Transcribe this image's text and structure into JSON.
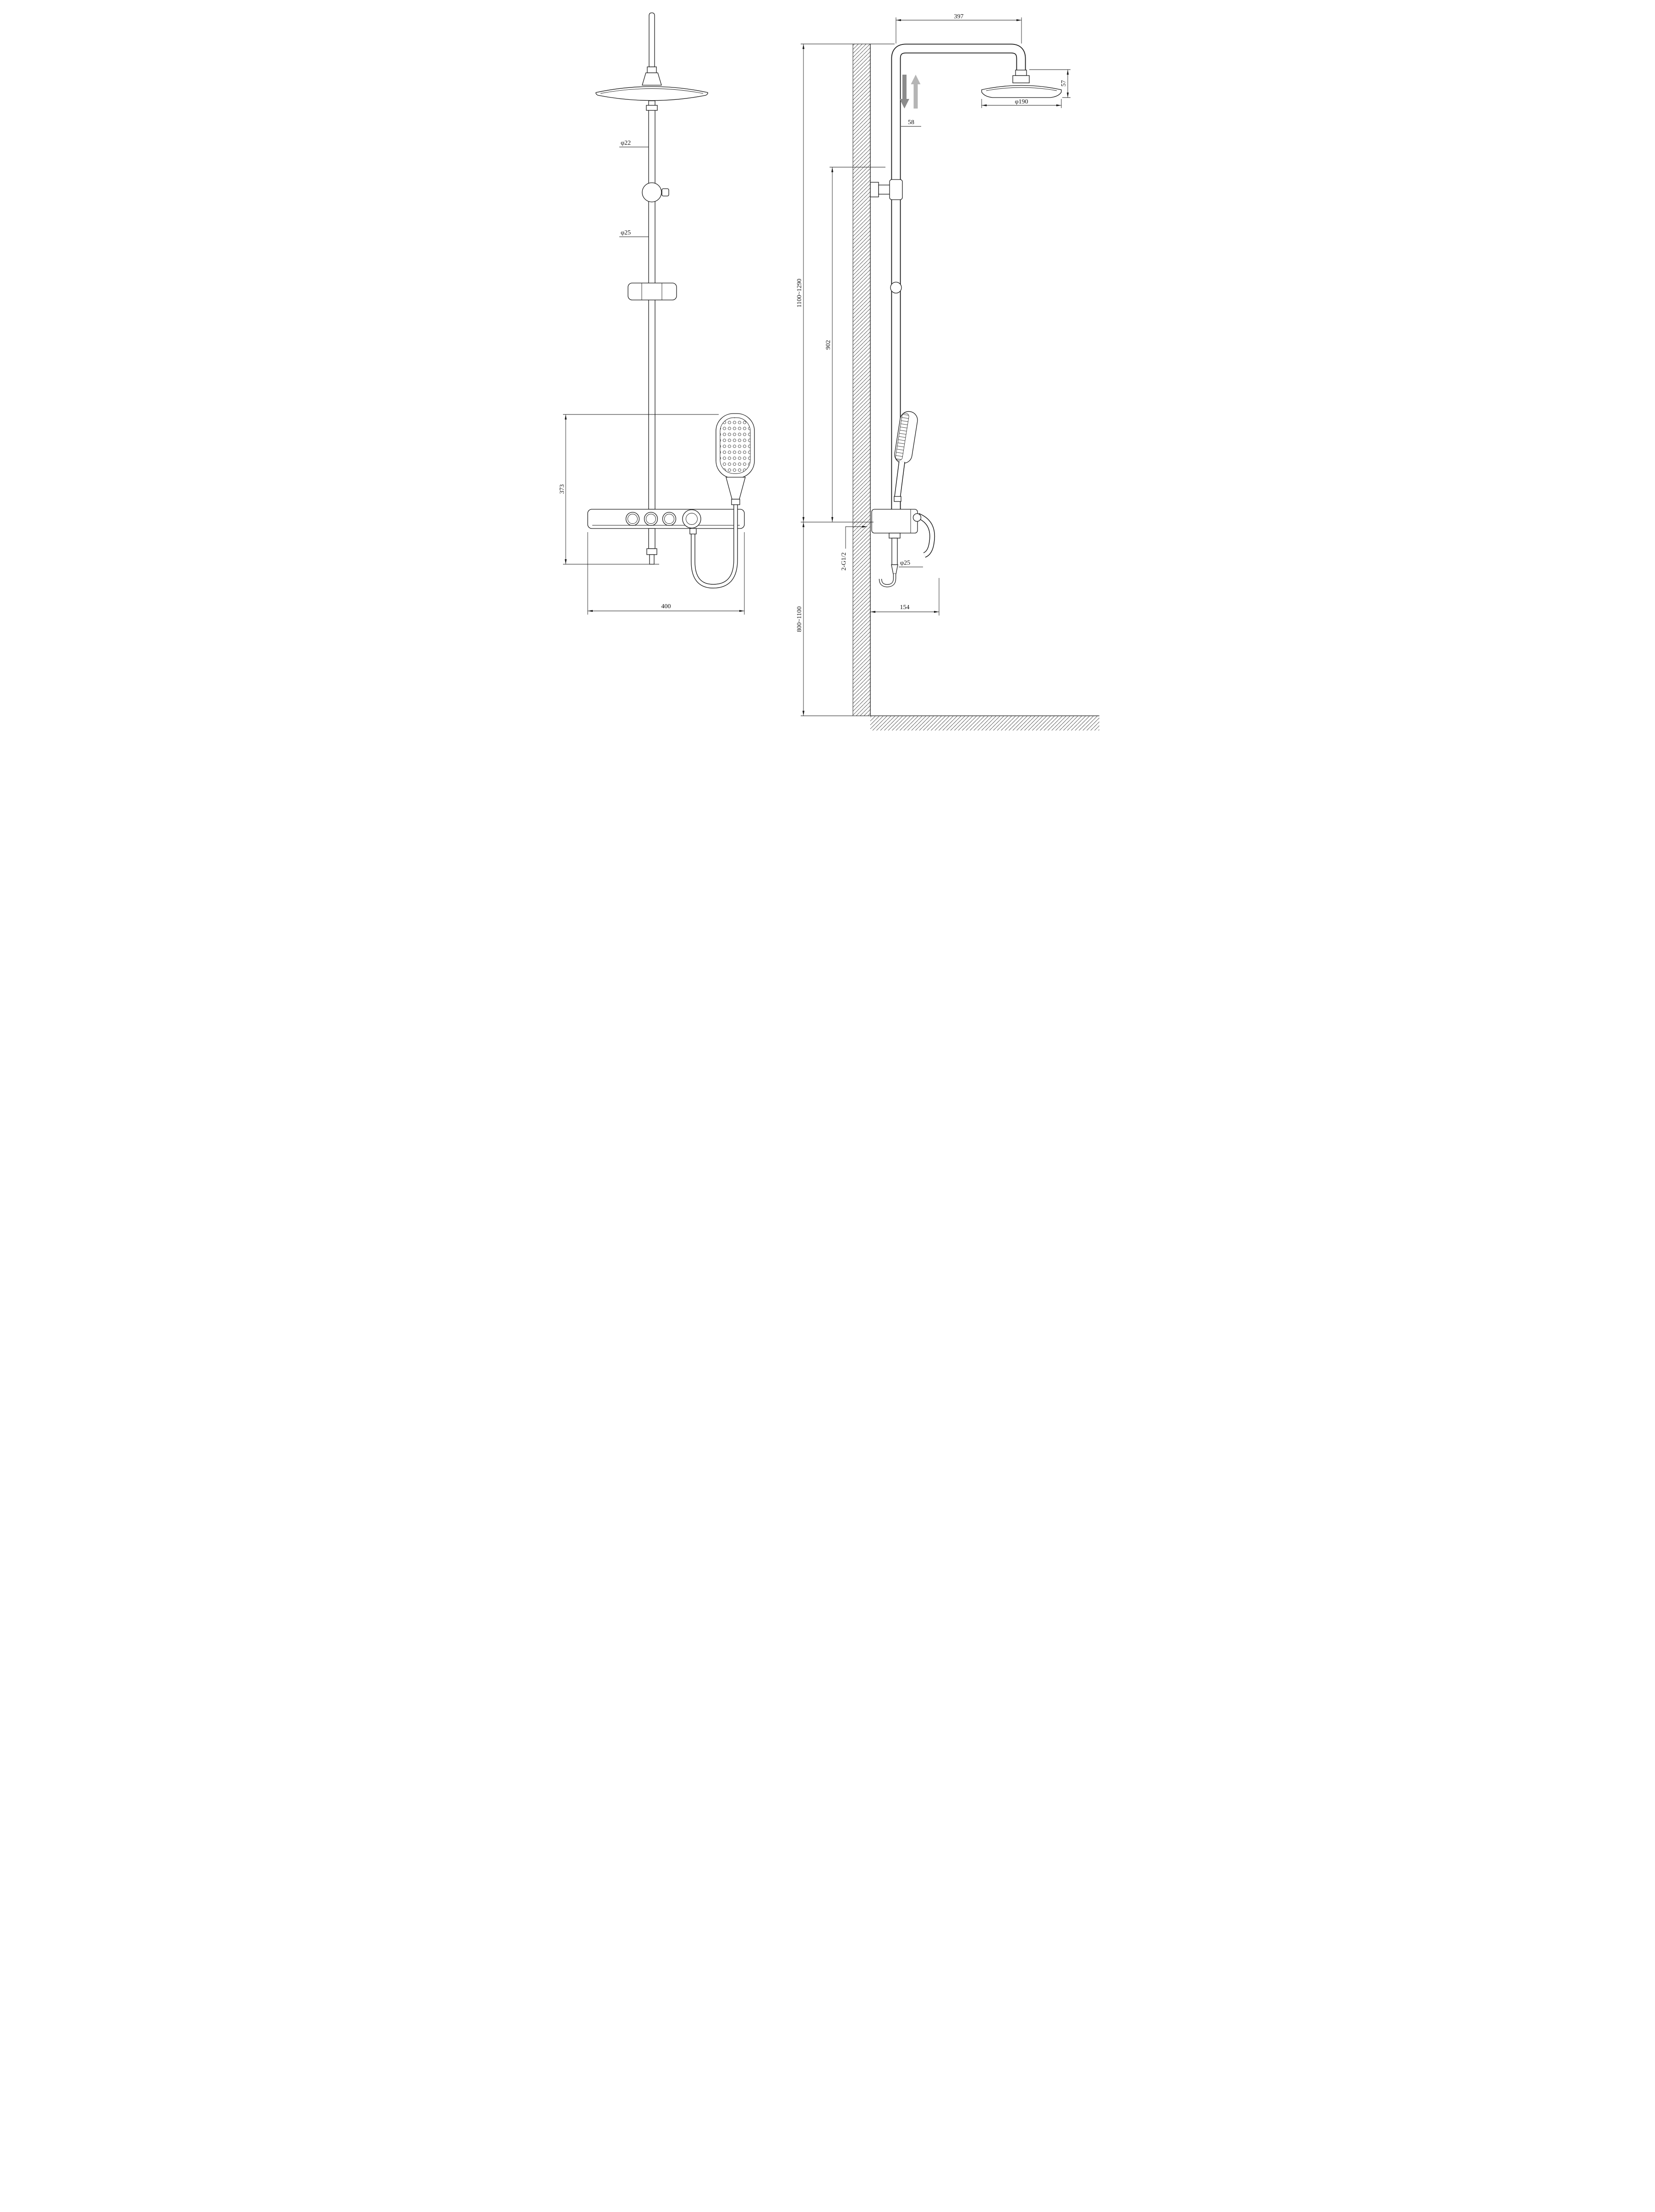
{
  "drawing_title": "shower-column-technical-drawing",
  "front_view": {
    "dia_upper_pipe": "φ22",
    "dia_lower_pipe": "φ25",
    "dim_height": "373",
    "dim_width": "400"
  },
  "side_view": {
    "dim_top_arm": "397",
    "dim_head_thickness": "57",
    "dia_head": "φ190",
    "dim_offset": "58",
    "dim_mid_height": "902",
    "dim_overall_height": "1100~1290",
    "thread_spec": "2-G1/2",
    "dia_outlet": "φ25",
    "dim_depth": "154",
    "dim_install_height": "800~1100"
  },
  "colors": {
    "line": "#1a1a1a",
    "arrow_down": "#8c8c8c",
    "arrow_up": "#b5b5b5",
    "background": "#ffffff"
  }
}
